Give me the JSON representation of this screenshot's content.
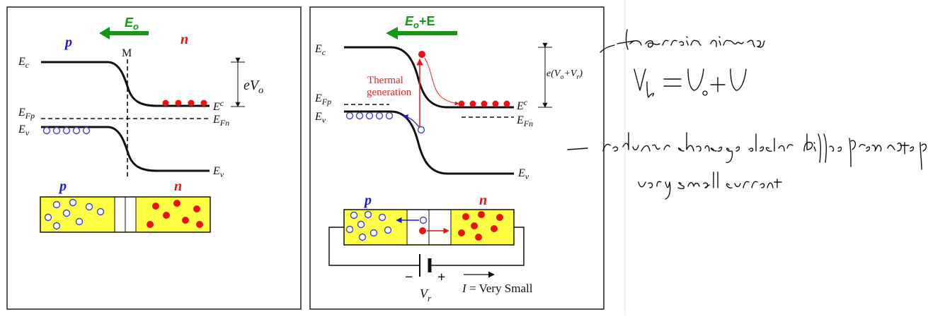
{
  "colors": {
    "p_label": "#1a1acc",
    "n_label": "#ee1111",
    "field_arrow": "#119911",
    "electron": "#ee1111",
    "hole": "#4040dd",
    "thermal": "#ee2222",
    "region_fill": "#ffff44"
  },
  "left": {
    "field_label": "E",
    "field_sub": "o",
    "p_label": "p",
    "n_label": "n",
    "m_label": "M",
    "ec_label": "E",
    "ec_sub": "c",
    "ec_right_label": "E",
    "ec_right_sub": "c",
    "efp_label": "E",
    "efp_sub": "Fp",
    "efn_label": "E",
    "efn_sub": "Fn",
    "ev_label": "E",
    "ev_sub": "v",
    "ev_right_label": "E",
    "ev_right_sub": "v",
    "barrier_label": "eV",
    "barrier_sub": "o",
    "bar_p_label": "p",
    "bar_n_label": "n"
  },
  "right": {
    "field_label": "E",
    "field_sub": "o",
    "field_suffix": "+E",
    "ec_label": "E",
    "ec_sub": "c",
    "ec_right_label": "E",
    "ec_right_sub": "c",
    "efp_label": "E",
    "efp_sub": "Fp",
    "efn_label": "E",
    "efn_sub": "Fn",
    "ev_label": "E",
    "ev_sub": "v",
    "ev_right_label": "E",
    "ev_right_sub": "v",
    "thermal_line1": "Thermal",
    "thermal_line2": "generation",
    "barrier_prefix": "e(V",
    "barrier_sub1": "o",
    "barrier_mid": "+V",
    "barrier_sub2": "r",
    "barrier_suffix": ")",
    "bar_p_label": "p",
    "bar_n_label": "n",
    "battery_minus": "−",
    "battery_plus": "+",
    "vr_label": "V",
    "vr_sub": "r",
    "current_label": "I",
    "current_text": " = Very Small"
  },
  "notes": {
    "line1": "barrier increases",
    "line2": "V_b = V_o + V",
    "line3": "reduces chance of electron diffuse from n to p",
    "line4": "very small current"
  }
}
